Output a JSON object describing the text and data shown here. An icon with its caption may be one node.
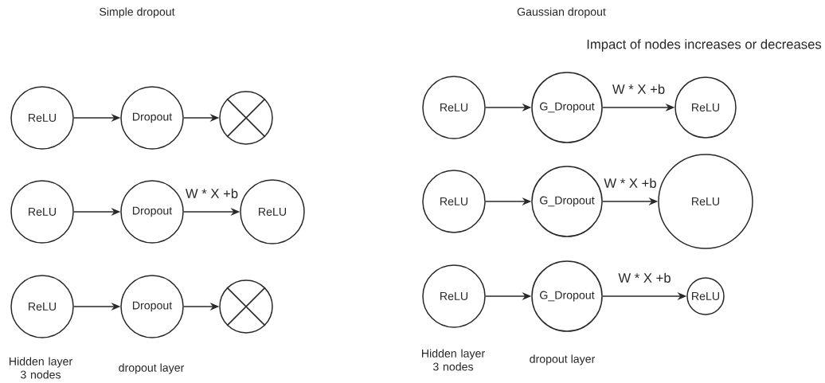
{
  "diagram": {
    "nodes": [
      {
        "text": [
          "ReLU"
        ]
      },
      {
        "text": [
          "Dropout"
        ]
      },
      {
        "text": [],
        "shape": "circle"
      },
      {
        "text": [
          "ReLU"
        ]
      },
      {
        "text": [
          "Dropout"
        ]
      },
      {
        "text": [
          "ReLU"
        ]
      },
      {
        "text": [
          "ReLU"
        ]
      },
      {
        "text": [
          "Dropout"
        ]
      },
      {
        "text": [],
        "shape": "circle"
      },
      {
        "text": [
          "ReLU"
        ]
      },
      {
        "text": [
          "G_Dropout"
        ]
      },
      {
        "text": [
          "ReLU"
        ]
      },
      {
        "text": [
          "ReLU"
        ]
      },
      {
        "text": [
          "G_Dropout"
        ]
      },
      {
        "text": [
          "ReLU"
        ]
      },
      {
        "text": [
          "ReLU"
        ]
      },
      {
        "text": [
          "G_Dropout"
        ]
      },
      {
        "text": [
          "ReLU"
        ]
      }
    ],
    "edges": [
      {
        "from": 0,
        "to": 1,
        "arrow": "to"
      },
      {
        "from": 1,
        "to": 2,
        "arrow": "to"
      },
      {
        "from": 3,
        "to": 4,
        "arrow": "to"
      },
      {
        "from": 4,
        "to": 5,
        "arrow": "to",
        "label": "W * X +b"
      },
      {
        "from": 6,
        "to": 7,
        "arrow": "to"
      },
      {
        "from": 7,
        "to": 8,
        "arrow": "to"
      },
      {
        "from": 9,
        "to": 10,
        "arrow": "to"
      },
      {
        "from": 10,
        "to": 11,
        "arrow": "to",
        "label": "W * X +b"
      },
      {
        "from": 12,
        "to": 13,
        "arrow": "to"
      },
      {
        "from": 13,
        "to": 14,
        "arrow": "to",
        "label": "W * X +b"
      },
      {
        "from": 15,
        "to": 16,
        "arrow": "to"
      },
      {
        "from": 16,
        "to": 17,
        "arrow": "to",
        "label": "W * X +b"
      }
    ],
    "labels": [
      "Simple dropout",
      "Gaussian dropout",
      "Impact of nodes increases or decreases",
      "Hidden layer 3 nodes",
      "dropout layer",
      "Hidden layer 3 nodes",
      "dropout layer"
    ]
  }
}
